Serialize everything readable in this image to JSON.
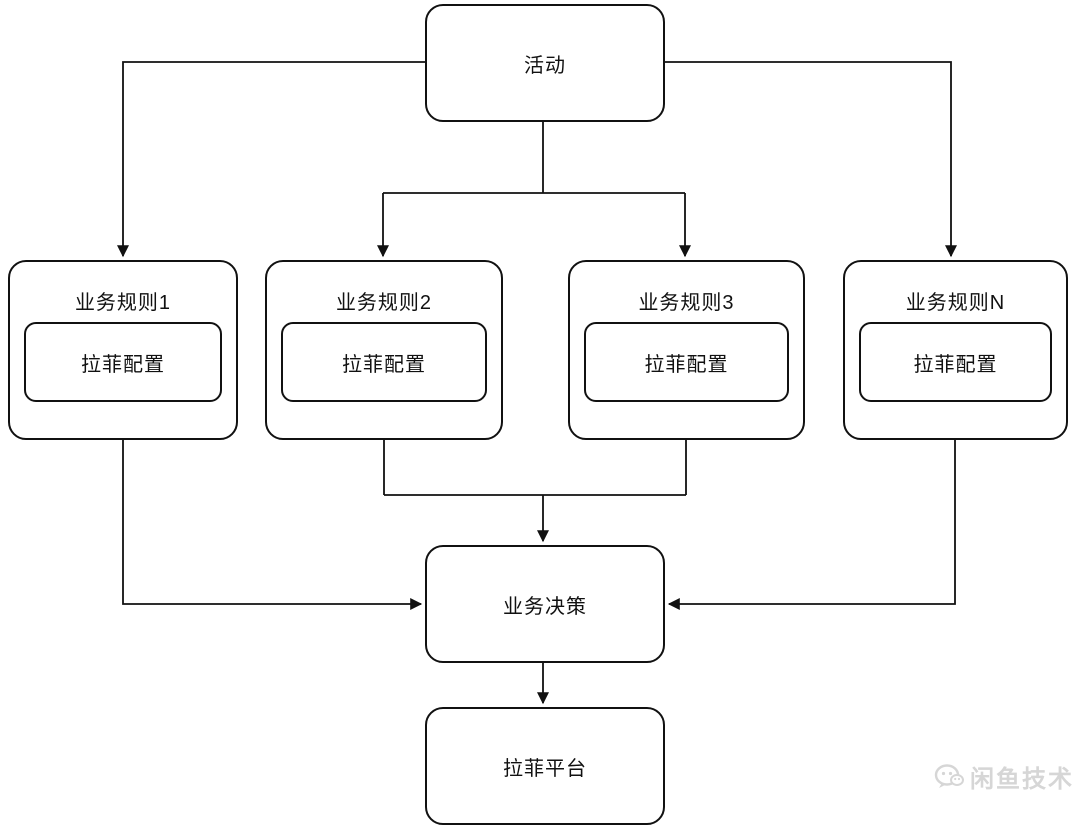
{
  "diagram": {
    "nodes": {
      "activity": {
        "label": "活动"
      },
      "rules": [
        {
          "label": "业务规则1",
          "config_label": "拉菲配置"
        },
        {
          "label": "业务规则2",
          "config_label": "拉菲配置"
        },
        {
          "label": "业务规则3",
          "config_label": "拉菲配置"
        },
        {
          "label": "业务规则N",
          "config_label": "拉菲配置"
        }
      ],
      "decision": {
        "label": "业务决策"
      },
      "platform": {
        "label": "拉菲平台"
      }
    },
    "edges": [
      "activity -> rule1",
      "activity -> rule2",
      "activity -> rule3",
      "activity -> ruleN",
      "rule1 -> decision",
      "rule2 -> decision",
      "rule3 -> decision",
      "ruleN -> decision",
      "decision -> platform"
    ],
    "colors": {
      "stroke": "#111111",
      "background": "#ffffff",
      "watermark": "#d6d6d6"
    },
    "watermark": {
      "text": "闲鱼技术"
    }
  }
}
